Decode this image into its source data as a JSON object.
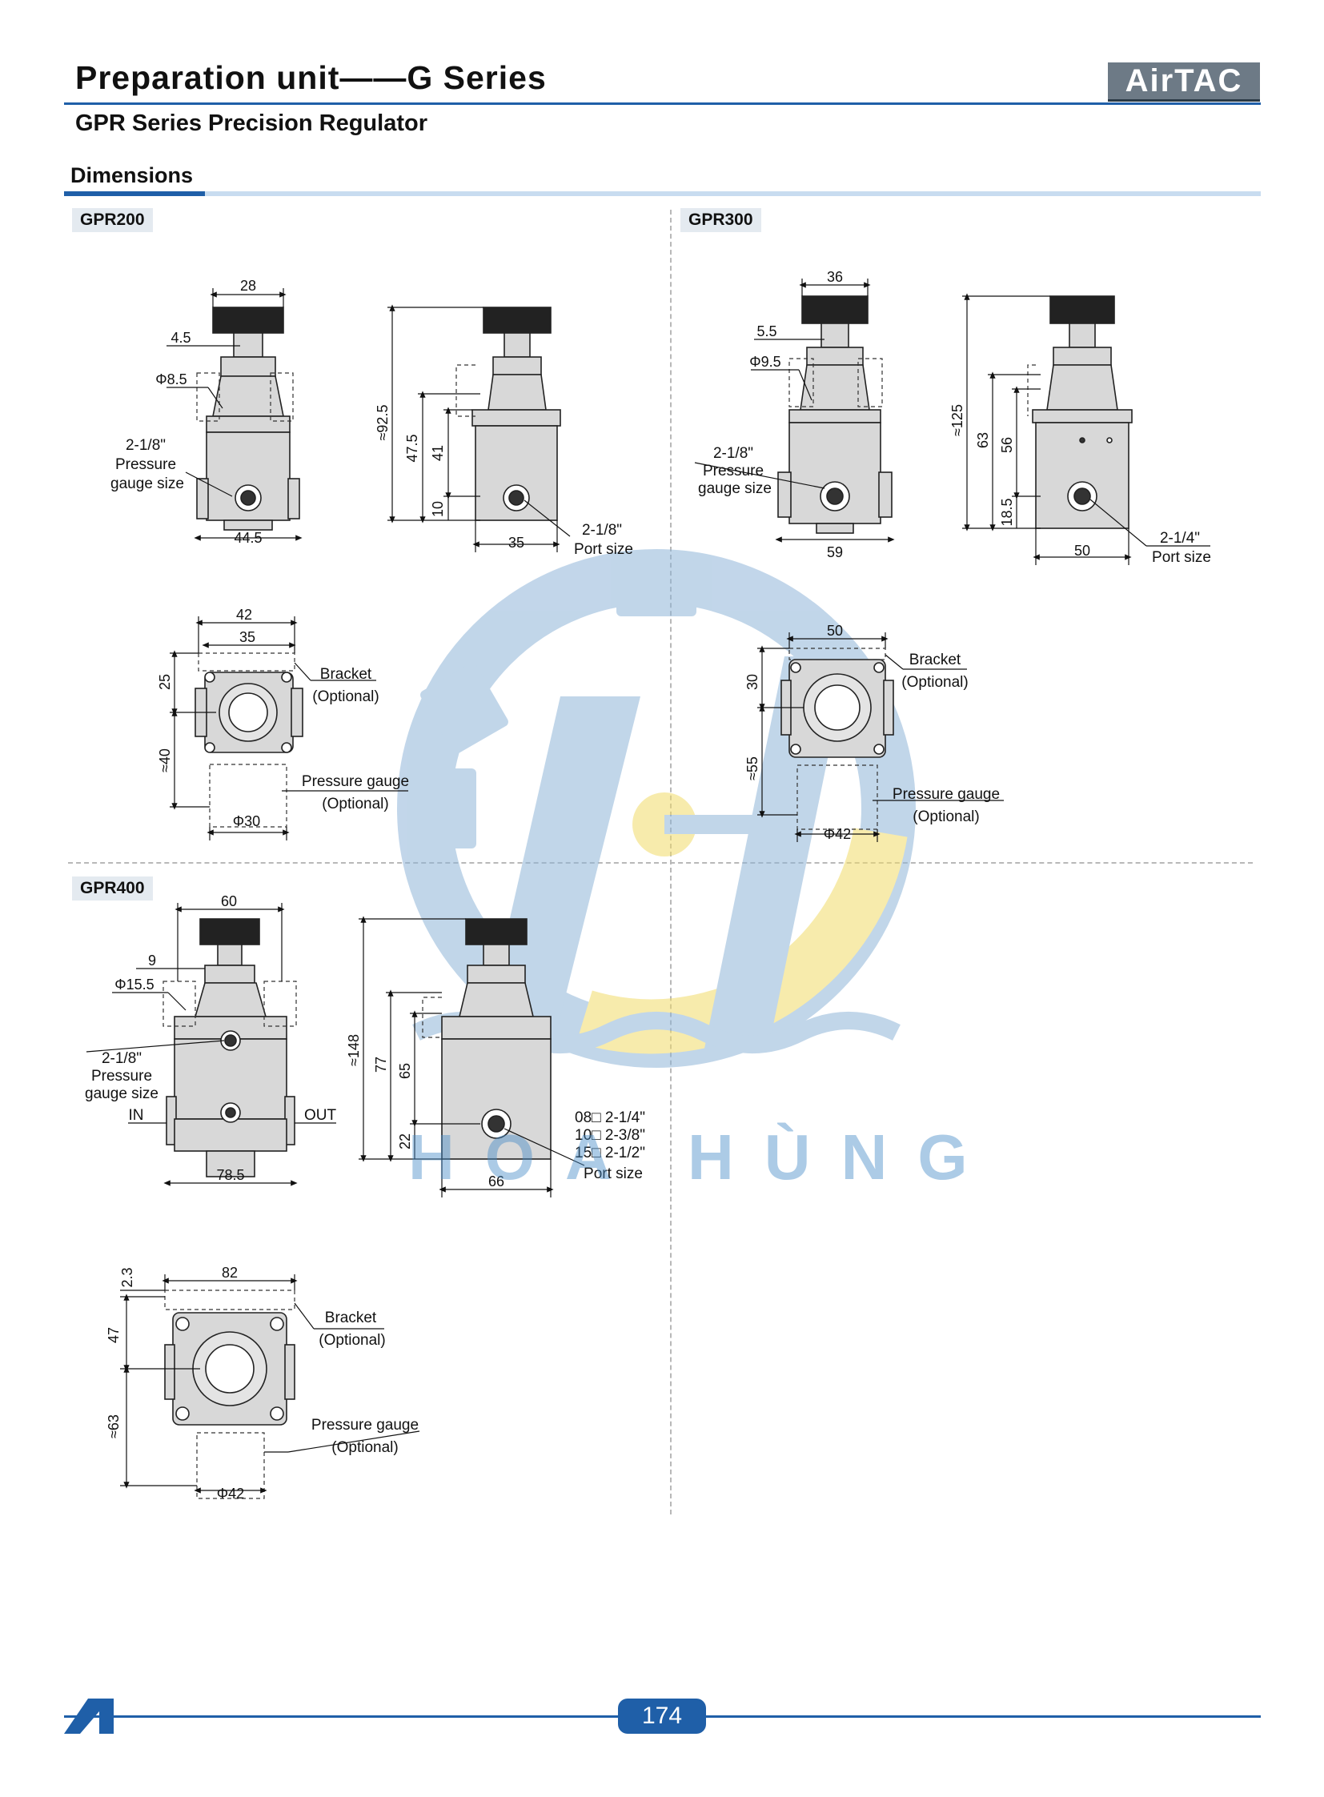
{
  "header": {
    "title": "Preparation unit——G  Series",
    "subtitle": "GPR Series Precision Regulator",
    "brand_logo": "AirTAC"
  },
  "section": {
    "title": "Dimensions"
  },
  "models": {
    "gpr200": {
      "tag": "GPR200",
      "front": {
        "width_top": "28",
        "d1": "4.5",
        "d2": "Φ8.5",
        "gauge_label_1": "2-1/8\"",
        "gauge_label_2": "Pressure",
        "gauge_label_3": "gauge size",
        "width_bottom": "44.5"
      },
      "side": {
        "height_total": "≈92.5",
        "h1": "47.5",
        "h2": "41",
        "h3": "10",
        "width": "35",
        "port_1": "2-1/8\"",
        "port_2": "Port size"
      },
      "top": {
        "w1": "42",
        "w2": "35",
        "h1": "25",
        "h2": "≈40",
        "diameter": "Φ30",
        "bracket_1": "Bracket",
        "bracket_2": "(Optional)",
        "gauge_1": "Pressure gauge",
        "gauge_2": "(Optional)"
      }
    },
    "gpr300": {
      "tag": "GPR300",
      "front": {
        "width_top": "36",
        "d1": "5.5",
        "d2": "Φ9.5",
        "gauge_label_1": "2-1/8\"",
        "gauge_label_2": "Pressure",
        "gauge_label_3": "gauge size",
        "width_bottom": "59"
      },
      "side": {
        "height_total": "≈125",
        "h1": "63",
        "h2": "56",
        "h3": "18.5",
        "width": "50",
        "port_1": "2-1/4\"",
        "port_2": "Port size"
      },
      "top": {
        "w1": "50",
        "h1": "30",
        "h2": "≈55",
        "diameter": "Φ42",
        "bracket_1": "Bracket",
        "bracket_2": "(Optional)",
        "gauge_1": "Pressure gauge",
        "gauge_2": "(Optional)"
      }
    },
    "gpr400": {
      "tag": "GPR400",
      "front": {
        "width_top": "60",
        "d1": "9",
        "d2": "Φ15.5",
        "gauge_label_1": "2-1/8\"",
        "gauge_label_2": "Pressure",
        "gauge_label_3": "gauge size",
        "in": "IN",
        "out": "OUT",
        "width_bottom": "78.5"
      },
      "side": {
        "height_total": "≈148",
        "h1": "77",
        "h2": "65",
        "h3": "22",
        "width": "66",
        "ports": [
          "08□  2-1/4\"",
          "10□  2-3/8\"",
          "15□  2-1/2\""
        ],
        "port_label": "Port size"
      },
      "top": {
        "w1": "82",
        "d_top": "2.3",
        "h1": "47",
        "h2": "≈63",
        "diameter": "Φ42",
        "bracket_1": "Bracket",
        "bracket_2": "(Optional)",
        "gauge_1": "Pressure gauge",
        "gauge_2": "(Optional)"
      }
    }
  },
  "watermark": {
    "text": "HOA HÙNG"
  },
  "footer": {
    "page": "174"
  },
  "colors": {
    "accent": "#1f5fa8",
    "rule_light": "#c8dcf0",
    "body_gray": "#d8d8d8"
  }
}
